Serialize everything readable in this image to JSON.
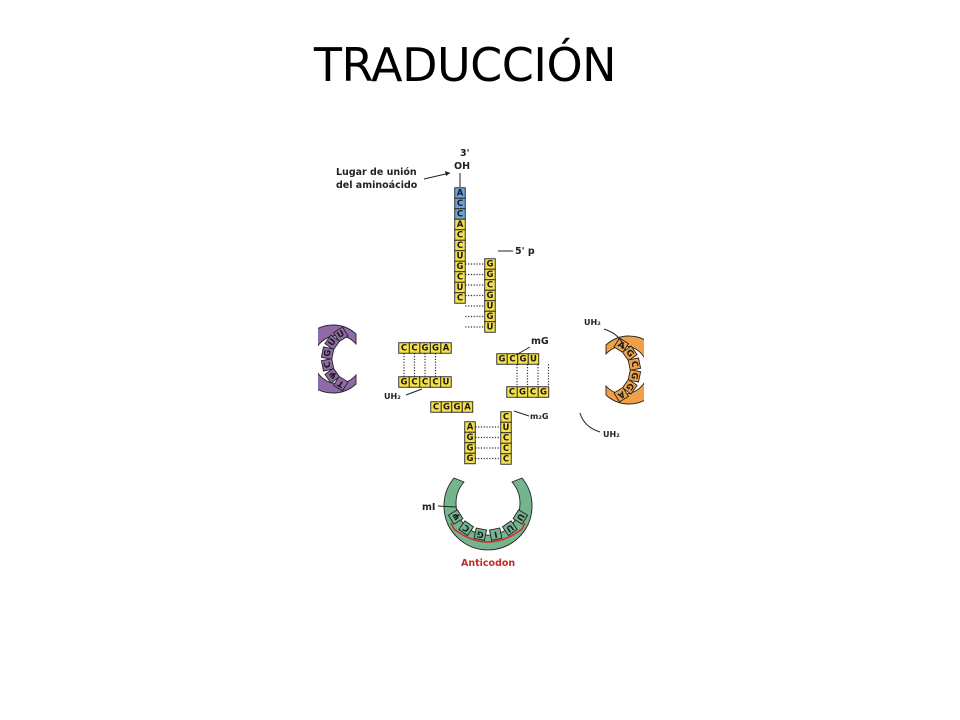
{
  "title": "TRADUCCIÓN",
  "labels": {
    "end3_a": "3'",
    "end3_b": "OH",
    "end5": "5' p",
    "site_a": "Lugar de unión",
    "site_b": "del aminoácido",
    "mG": "mG",
    "m2G": "m₂G",
    "uh2_tr": "UH₂",
    "uh2_left": "UH₂",
    "uh2_br": "UH₂",
    "mi": "mI",
    "anticodon": "Anticodon"
  },
  "colors": {
    "acceptor_end": "#6fa3d8",
    "stem": "#f4e04a",
    "d_loop": "#8f6aa6",
    "t_loop": "#f0a046",
    "anticodon_loop": "#74b48e",
    "anticodon_bracket": "#d32f2f"
  },
  "sequences": {
    "acceptor_tail": [
      "A",
      "C",
      "C"
    ],
    "acceptor_3prime": [
      "A",
      "C",
      "C",
      "U",
      "G",
      "C",
      "U",
      "C"
    ],
    "acceptor_5prime": [
      "G",
      "G",
      "C",
      "G",
      "U",
      "G",
      "U"
    ],
    "d_stem_top": [
      "A",
      "G",
      "G",
      "C",
      "C"
    ],
    "d_stem_bottom": [
      "G",
      "C",
      "C",
      "C",
      "U"
    ],
    "d_loop": [
      "U",
      "U",
      "G",
      "C",
      "ψ",
      "T"
    ],
    "t_stem_top": [
      "G",
      "C",
      "G",
      "U"
    ],
    "t_stem_bottom": [
      "C",
      "G",
      "C",
      "G"
    ],
    "t_loop": [
      "A",
      "G",
      "C",
      "G",
      "G",
      "A"
    ],
    "connector": [
      "C",
      "G",
      "G",
      "A"
    ],
    "anticodon_stem_left": [
      "A",
      "G",
      "G",
      "G"
    ],
    "anticodon_stem_right": [
      "C",
      "U",
      "C",
      "C",
      "C"
    ],
    "anticodon_loop": [
      "ψ",
      "C",
      "G",
      "I",
      "U",
      "U"
    ]
  }
}
